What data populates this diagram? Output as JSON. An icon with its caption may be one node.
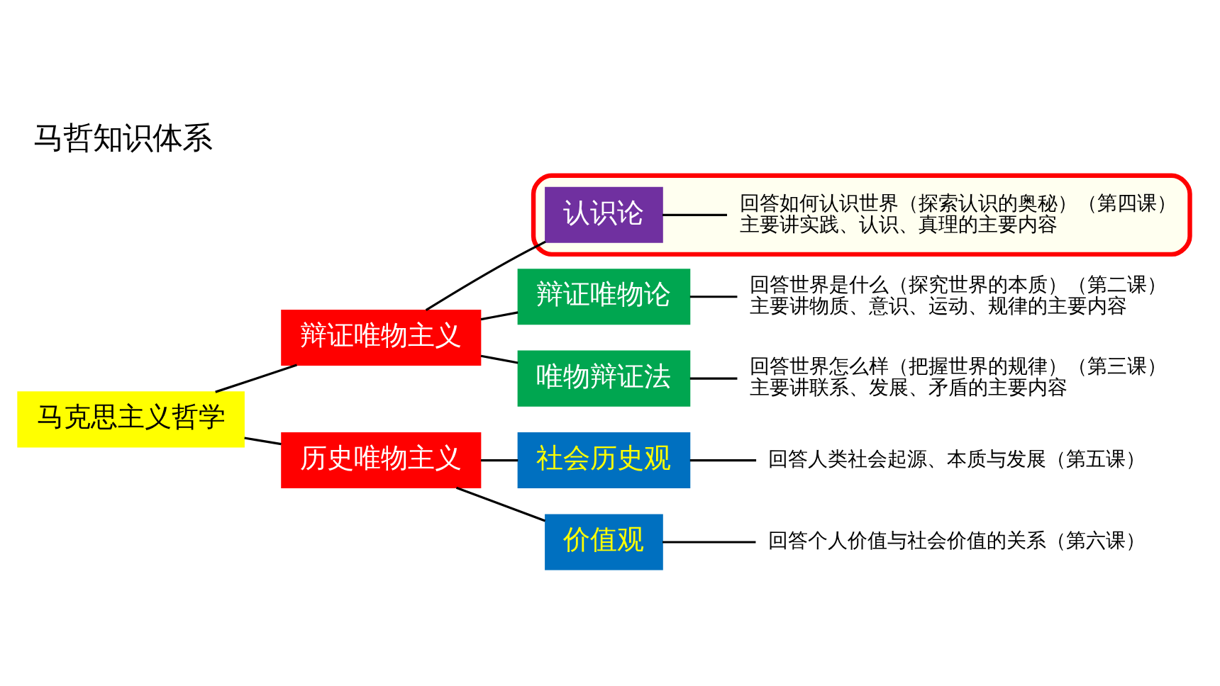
{
  "diagram": {
    "title": "马哲知识体系",
    "nodes": [
      {
        "text": [
          "马克思主义哲学"
        ]
      },
      {
        "text": [
          "辩证唯物主义"
        ]
      },
      {
        "text": [
          "辩证唯物论"
        ]
      },
      {
        "text": [
          "回答世界是什么（探究世界的本质）（第二课）",
          "主要讲物质、意识、运动、规律的主要内容"
        ]
      },
      {
        "text": [
          "唯物辩证法"
        ]
      },
      {
        "text": [
          "回答世界怎么样（把握世界的规律）（第三课）",
          "主要讲联系、发展、矛盾的主要内容"
        ]
      },
      {
        "text": [],
        "shape": "box"
      },
      {
        "text": [
          "认识论"
        ],
        "in": 6
      },
      {
        "text": [
          "回答如何认识世界（探索认识的奥秘）（第四课）",
          "主要讲实践、认识、真理的主要内容"
        ],
        "in": 6
      },
      {
        "text": [
          "历史唯物主义"
        ]
      },
      {
        "text": [
          "社会历史观"
        ]
      },
      {
        "text": [
          "回答人类社会起源、本质与发展（第五课）"
        ]
      },
      {
        "text": [
          "价值观"
        ]
      },
      {
        "text": [
          "回答个人价值与社会价值的关系（第六课）"
        ]
      }
    ],
    "edges": [
      {
        "from": 0,
        "to": 1,
        "arrow": "none"
      },
      {
        "from": 0,
        "to": 9,
        "arrow": "none"
      },
      {
        "from": 1,
        "to": 2,
        "arrow": "none"
      },
      {
        "from": 1,
        "to": 4,
        "arrow": "none"
      },
      {
        "from": 1,
        "to": 7,
        "arrow": "none"
      },
      {
        "from": 2,
        "to": 3,
        "arrow": "none"
      },
      {
        "from": 4,
        "to": 5,
        "arrow": "none"
      },
      {
        "from": 7,
        "to": 8,
        "arrow": "none"
      },
      {
        "from": 9,
        "to": 10,
        "arrow": "none"
      },
      {
        "from": 9,
        "to": 12,
        "arrow": "none"
      },
      {
        "from": 10,
        "to": 11,
        "arrow": "none"
      },
      {
        "from": 12,
        "to": 13,
        "arrow": "none"
      }
    ]
  }
}
